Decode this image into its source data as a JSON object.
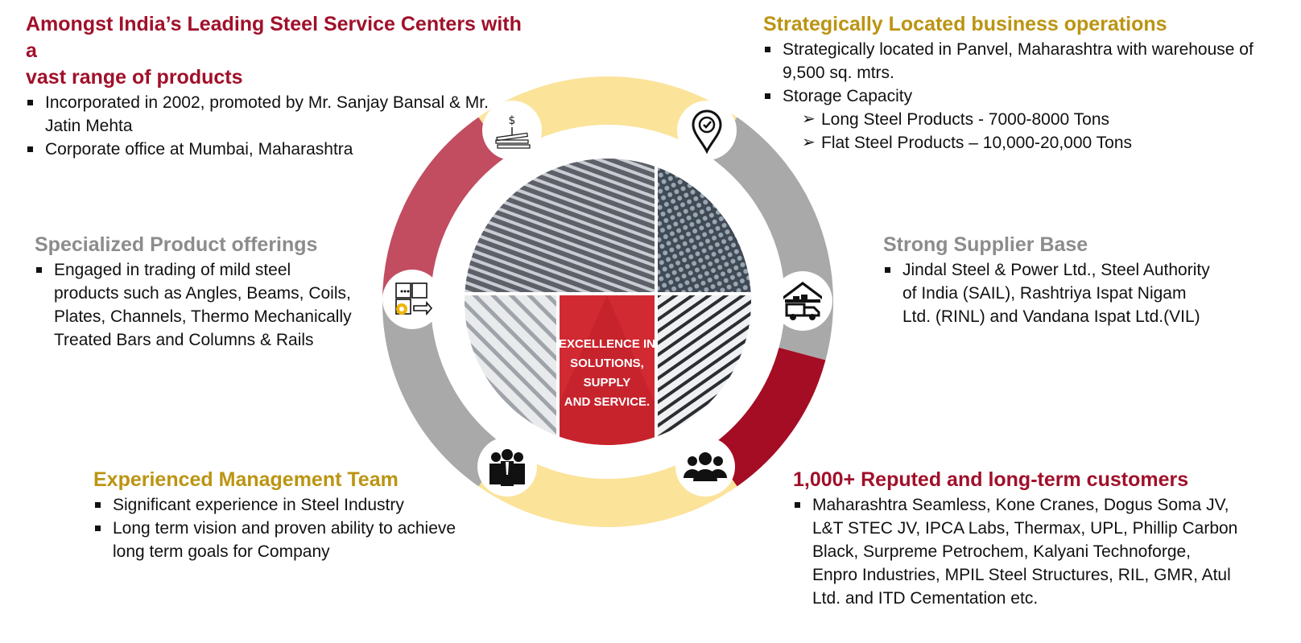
{
  "colors": {
    "crimson": "#a0102a",
    "gold": "#bb9412",
    "gray_heading": "#8c8c8c",
    "ring_red": "#c24d60",
    "ring_yellow": "#fbe39a",
    "ring_gray": "#a9a9a9",
    "ring_dark_red": "#a40d24"
  },
  "sections": {
    "top_left": {
      "title_line1": "Amongst India’s Leading Steel Service Centers with a",
      "title_line2": "vast range of products",
      "bullets": [
        "Incorporated in 2002, promoted by Mr. Sanjay Bansal & Mr. Jatin Mehta",
        "Corporate office at Mumbai, Maharashtra"
      ]
    },
    "top_right": {
      "title": "Strategically Located business operations",
      "bullets": [
        "Strategically located in Panvel, Maharashtra with warehouse of 9,500 sq. mtrs.",
        "Storage Capacity"
      ],
      "sub_bullets": [
        "Long Steel Products -  7000-8000 Tons",
        "Flat Steel Products  – 10,000-20,000 Tons"
      ]
    },
    "mid_left": {
      "title": "Specialized Product offerings",
      "bullets": [
        "Engaged in trading of mild steel products such as Angles, Beams, Coils, Plates, Channels, Thermo Mechanically Treated Bars and Columns & Rails"
      ]
    },
    "mid_right": {
      "title": "Strong Supplier Base",
      "bullets": [
        "Jindal Steel & Power Ltd., Steel Authority of India (SAIL), Rashtriya Ispat Nigam Ltd. (RINL) and Vandana Ispat Ltd.(VIL)"
      ]
    },
    "bottom_left": {
      "title": "Experienced Management Team",
      "bullets": [
        "Significant experience in Steel Industry",
        "Long term vision and proven ability to achieve long term goals for Company"
      ]
    },
    "bottom_right": {
      "title": "1,000+ Reputed and long-term customers",
      "bullets": [
        "Maharashtra Seamless, Kone Cranes, Dogus Soma JV, L&T STEC JV, IPCA Labs, Thermax, UPL, Phillip Carbon Black, Surpreme Petrochem, Kalyani Technoforge, Enpro Industries, MPIL Steel Structures, RIL, GMR, Atul Ltd. and ITD Cementation etc."
      ]
    }
  },
  "center": {
    "tagline_line1": "EXCELLENCE IN",
    "tagline_line2": "SOLUTIONS,",
    "tagline_line3": "SUPPLY",
    "tagline_line4": "AND SERVICE."
  },
  "icons": {
    "money_stack": "money-stack-icon",
    "location_pin": "location-pin-icon",
    "puzzle_gear": "puzzle-gear-icon",
    "warehouse_truck": "warehouse-truck-icon",
    "team": "management-team-icon",
    "customers": "customers-group-icon"
  }
}
